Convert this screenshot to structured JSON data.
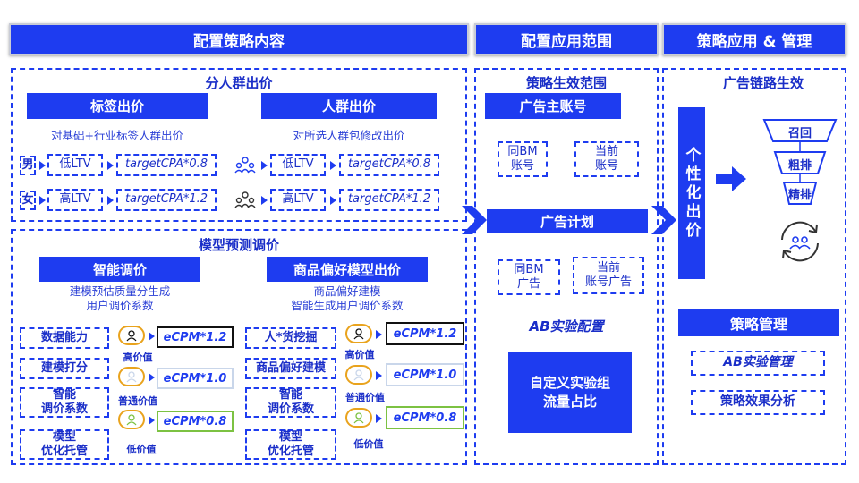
{
  "headers": {
    "left": "配置策略内容",
    "middle": "配置应用范围",
    "right": "策略应用 & 管理"
  },
  "audience": {
    "title": "分人群出价",
    "tag": {
      "title": "标签出价",
      "desc": "对基础+行业标签人群出价",
      "rows": [
        {
          "label": "男",
          "ltv": "低LTV",
          "cpa": "targetCPA*0.8"
        },
        {
          "label": "女",
          "ltv": "高LTV",
          "cpa": "targetCPA*1.2"
        }
      ]
    },
    "crowd": {
      "title": "人群出价",
      "desc": "对所选人群包修改出价",
      "rows": [
        {
          "ltv": "低LTV",
          "cpa": "targetCPA*0.8"
        },
        {
          "ltv": "高LTV",
          "cpa": "targetCPA*1.2"
        }
      ]
    }
  },
  "model": {
    "title": "模型预测调价",
    "smart": {
      "title": "智能调价",
      "desc1": "建模预估质量分生成",
      "desc2": "用户调价系数",
      "steps": [
        "数据能力",
        "建模打分",
        "智能\n调价系数",
        "模型\n优化托管"
      ]
    },
    "pref": {
      "title": "商品偏好模型出价",
      "desc1": "商品偏好建模",
      "desc2": "智能生成用户调价系数",
      "steps": [
        "人*货挖掘",
        "商品偏好建模",
        "智能\n调价系数",
        "模型\n优化托管"
      ]
    },
    "tiers": [
      {
        "ecpm": "eCPM*1.2",
        "label": "高价值",
        "color": "#111111"
      },
      {
        "ecpm": "eCPM*1.0",
        "label": "普通价值",
        "color": "#c9d6ea"
      },
      {
        "ecpm": "eCPM*0.8",
        "label": "低价值",
        "color": "#7cc242"
      }
    ]
  },
  "scope": {
    "title": "策略生效范围",
    "advertiser": "广告主账号",
    "adv_opts": [
      "同BM\n账号",
      "当前\n账号"
    ],
    "plan": "广告计划",
    "plan_opts": [
      "同BM\n广告",
      "当前\n账号广告"
    ],
    "ab_title": "AB实验配置",
    "ab_box": "自定义实验组\n流量占比"
  },
  "apply": {
    "title": "广告链路生效",
    "personal": "个性化出价",
    "funnel": [
      "召回",
      "粗排",
      "精排"
    ],
    "mgmt_title": "策略管理",
    "mgmt_items": [
      "AB实验管理",
      "策略效果分析"
    ]
  }
}
